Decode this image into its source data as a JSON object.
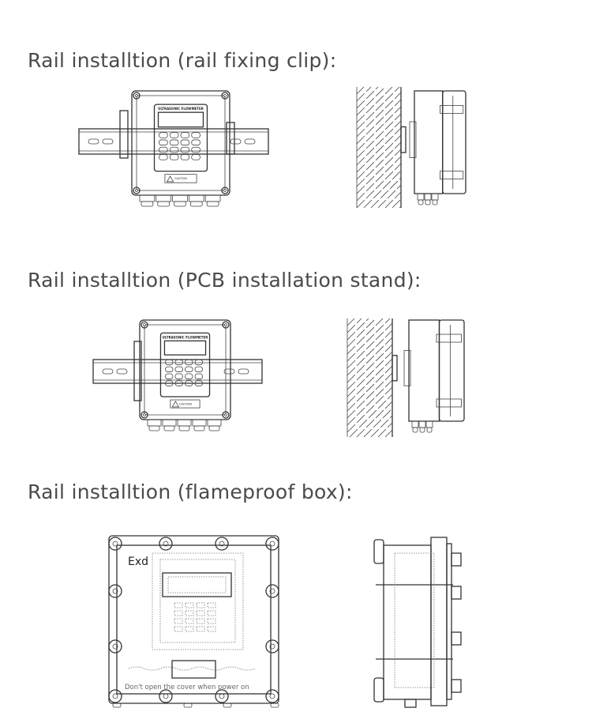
{
  "sections": [
    {
      "heading": "Rail installtion (rail fixing clip):"
    },
    {
      "heading": "Rail installtion (PCB installation stand):"
    },
    {
      "heading": "Rail installtion (flameproof box):"
    }
  ],
  "device": {
    "panel_title": "ULTRASONIC FLOWMETER",
    "caution_label": "CAUTION"
  },
  "flameproof": {
    "mark": "Exd",
    "warning": "Don't open the cover when power on"
  }
}
